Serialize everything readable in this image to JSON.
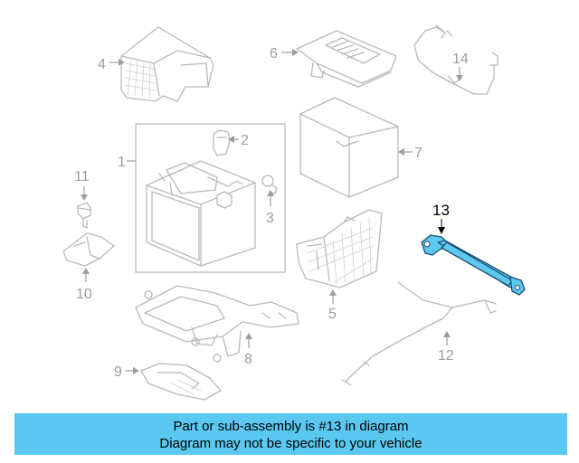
{
  "diagram": {
    "callouts": [
      {
        "id": "1",
        "label": "1"
      },
      {
        "id": "2",
        "label": "2"
      },
      {
        "id": "3",
        "label": "3"
      },
      {
        "id": "4",
        "label": "4"
      },
      {
        "id": "5",
        "label": "5"
      },
      {
        "id": "6",
        "label": "6"
      },
      {
        "id": "7",
        "label": "7"
      },
      {
        "id": "8",
        "label": "8"
      },
      {
        "id": "9",
        "label": "9"
      },
      {
        "id": "10",
        "label": "10"
      },
      {
        "id": "11",
        "label": "11"
      },
      {
        "id": "12",
        "label": "12"
      },
      {
        "id": "13",
        "label": "13"
      },
      {
        "id": "14",
        "label": "14"
      }
    ],
    "highlighted_part": "13",
    "colors": {
      "highlight_fill": "#5fc8f0",
      "highlight_stroke": "#1b4f72",
      "part_stroke": "#b9b9b9",
      "banner_bg": "#5ac8f0"
    }
  },
  "banner": {
    "line1": "Part or sub-assembly is #13 in diagram",
    "line2": "Diagram may not be specific to your vehicle"
  }
}
